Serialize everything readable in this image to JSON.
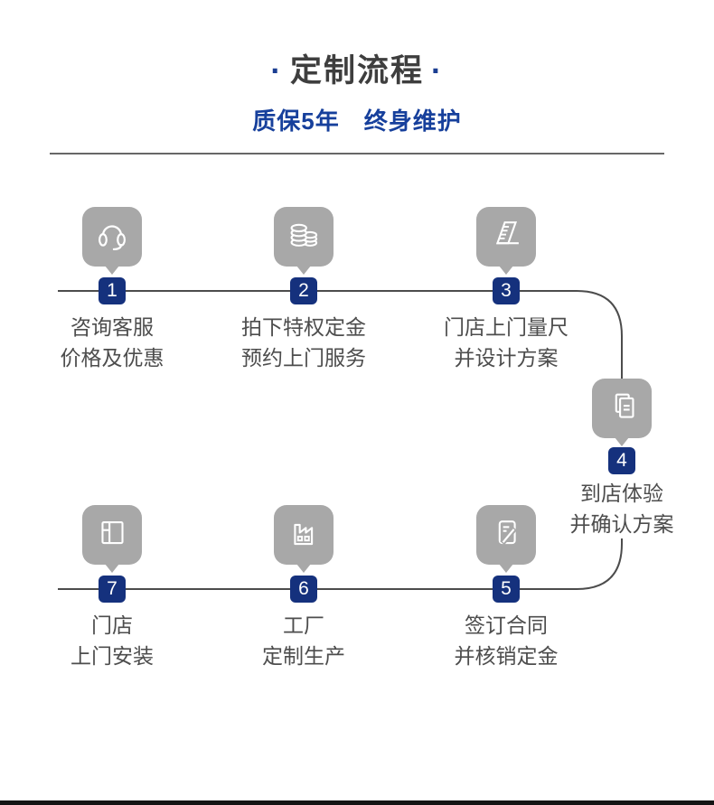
{
  "header": {
    "dot": "·",
    "title": "定制流程",
    "subtitle": "质保5年　终身维护"
  },
  "steps": [
    {
      "number": "1",
      "icon": "headset-icon",
      "line1": "咨询客服",
      "line2": "价格及优惠"
    },
    {
      "number": "2",
      "icon": "coins-icon",
      "line1": "拍下特权定金",
      "line2": "预约上门服务"
    },
    {
      "number": "3",
      "icon": "ruler-icon",
      "line1": "门店上门量尺",
      "line2": "并设计方案"
    },
    {
      "number": "4",
      "icon": "documents-icon",
      "line1": "到店体验",
      "line2": "并确认方案"
    },
    {
      "number": "5",
      "icon": "contract-icon",
      "line1": "签订合同",
      "line2": "并核销定金"
    },
    {
      "number": "6",
      "icon": "factory-icon",
      "line1": "工厂",
      "line2": "定制生产"
    },
    {
      "number": "7",
      "icon": "store-install-icon",
      "line1": "门店",
      "line2": "上门安装"
    }
  ],
  "colors": {
    "badge_blue": "#15317d",
    "subtitle_blue": "#17409c",
    "title_gray": "#3e3e3e",
    "icon_gray": "#a8a8a8",
    "line_gray": "#4c4c4c"
  }
}
